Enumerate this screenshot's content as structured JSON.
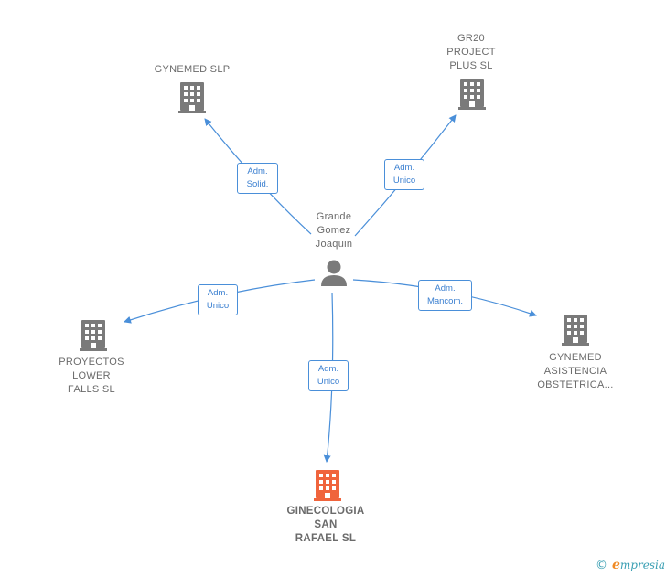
{
  "colors": {
    "edge": "#4a8fd9",
    "node_icon": "#7a7a7a",
    "target_icon": "#f0643c",
    "text": "#6b6b6b"
  },
  "center": {
    "label": "Grande\nGomez\nJoaquin",
    "icon": "person-icon"
  },
  "companies": [
    {
      "id": "gynemed-slp",
      "label": "GYNEMED  SLP",
      "icon": "building-icon",
      "role": "Adm.\nSolid."
    },
    {
      "id": "gr20",
      "label": "GR20\nPROJECT\nPLUS  SL",
      "icon": "building-icon",
      "role": "Adm.\nUnico"
    },
    {
      "id": "proyectos-lower",
      "label": "PROYECTOS\nLOWER\nFALLS  SL",
      "icon": "building-icon",
      "role": "Adm.\nUnico"
    },
    {
      "id": "gynemed-asistencia",
      "label": "GYNEMED\nASISTENCIA\nOBSTETRICA...",
      "icon": "building-icon",
      "role": "Adm.\nMancom."
    },
    {
      "id": "ginecologia",
      "label": "GINECOLOGIA\nSAN\nRAFAEL  SL",
      "icon": "building-icon",
      "role": "Adm.\nUnico",
      "highlight": true
    }
  ],
  "footer": {
    "copyright_symbol": "©",
    "brand_initial": "e",
    "brand_rest": "mpresia"
  }
}
